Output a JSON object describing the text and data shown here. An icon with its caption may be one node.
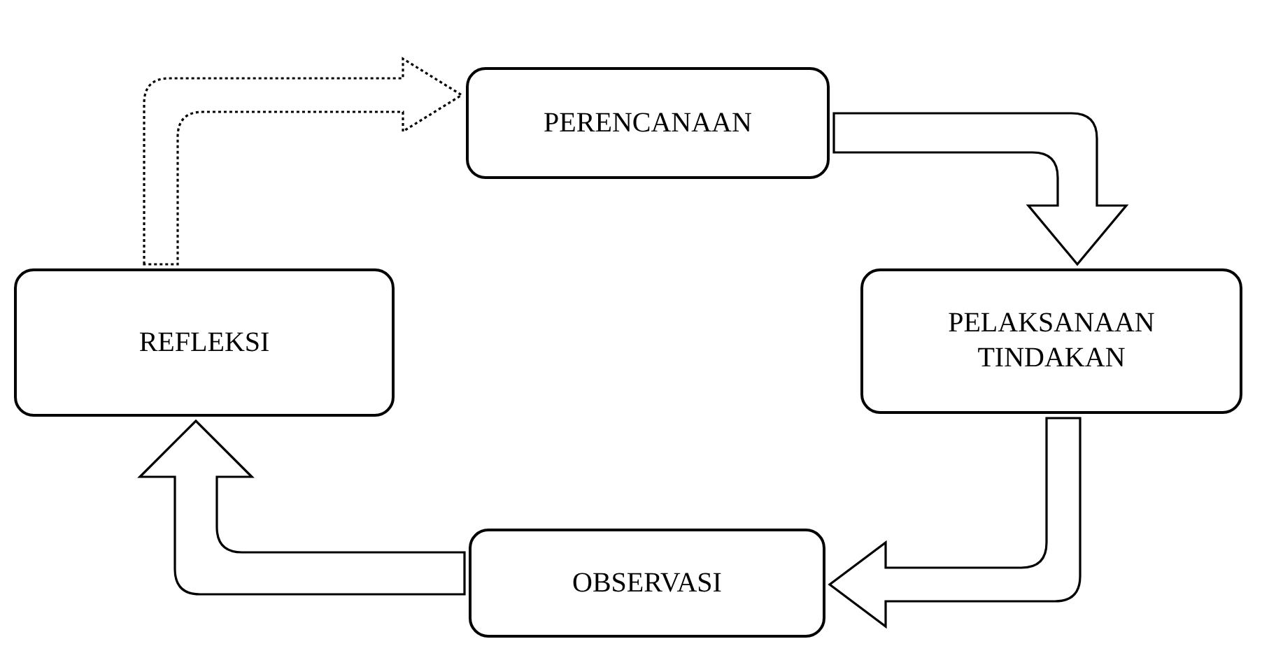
{
  "diagram": {
    "nodes": [
      {
        "text": [
          "PERENCANAAN"
        ]
      },
      {
        "text": [
          "PELAKSANAAN TINDAKAN"
        ]
      },
      {
        "text": [
          "OBSERVASI"
        ]
      },
      {
        "text": [
          "REFLEKSI"
        ]
      }
    ],
    "edges": [
      {
        "from": 0,
        "to": 1,
        "arrow": "to"
      },
      {
        "from": 1,
        "to": 2,
        "arrow": "to"
      },
      {
        "from": 2,
        "to": 3,
        "arrow": "to"
      },
      {
        "from": 3,
        "to": 0,
        "arrow": "to",
        "style": "dashed"
      }
    ]
  }
}
